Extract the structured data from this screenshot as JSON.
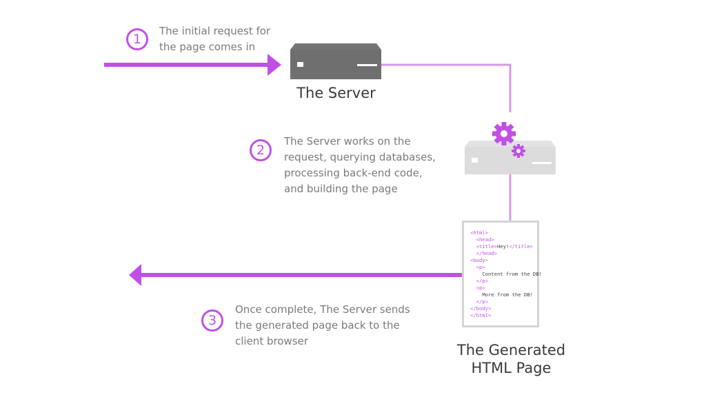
{
  "steps": [
    {
      "number": "1",
      "text": "The initial request for\nthe page comes in"
    },
    {
      "number": "2",
      "text": "The Server works on the\nrequest, querying databases,\nprocessing back-end code,\nand building the page"
    },
    {
      "number": "3",
      "text": "Once complete, The Server sends\nthe generated page back to the\nclient browser"
    }
  ],
  "server_label": "The Server",
  "page_label": "The Generated\nHTML Page",
  "code_lines": [
    {
      "indent": "",
      "tag_open": "<html>",
      "text": "",
      "tag_close": ""
    },
    {
      "indent": "  ",
      "tag_open": "<head>",
      "text": "",
      "tag_close": ""
    },
    {
      "indent": "  ",
      "tag_open": "<title>",
      "text": "Hey!",
      "tag_close": "</title>"
    },
    {
      "indent": "  ",
      "tag_open": "</head>",
      "text": "",
      "tag_close": ""
    },
    {
      "indent": "",
      "tag_open": "<body>",
      "text": "",
      "tag_close": ""
    },
    {
      "indent": "  ",
      "tag_open": "<p>",
      "text": "",
      "tag_close": ""
    },
    {
      "indent": "    ",
      "tag_open": "",
      "text": "Content from the DB!",
      "tag_close": ""
    },
    {
      "indent": "  ",
      "tag_open": "</p>",
      "text": "",
      "tag_close": ""
    },
    {
      "indent": "  ",
      "tag_open": "<p>",
      "text": "",
      "tag_close": ""
    },
    {
      "indent": "    ",
      "tag_open": "",
      "text": "More from the DB!",
      "tag_close": ""
    },
    {
      "indent": "  ",
      "tag_open": "</p>",
      "text": "",
      "tag_close": ""
    },
    {
      "indent": "",
      "tag_open": "</body>",
      "text": "",
      "tag_close": ""
    },
    {
      "indent": "",
      "tag_open": "</html>",
      "text": "",
      "tag_close": ""
    }
  ],
  "colors": {
    "accent": "#c14fe6",
    "connector": "#d49ae8",
    "server_dark": "#757575",
    "server_light": "#dcdcdc"
  },
  "icons": [
    "server-icon",
    "gear-icon",
    "arrow-right-icon",
    "arrow-left-icon"
  ]
}
